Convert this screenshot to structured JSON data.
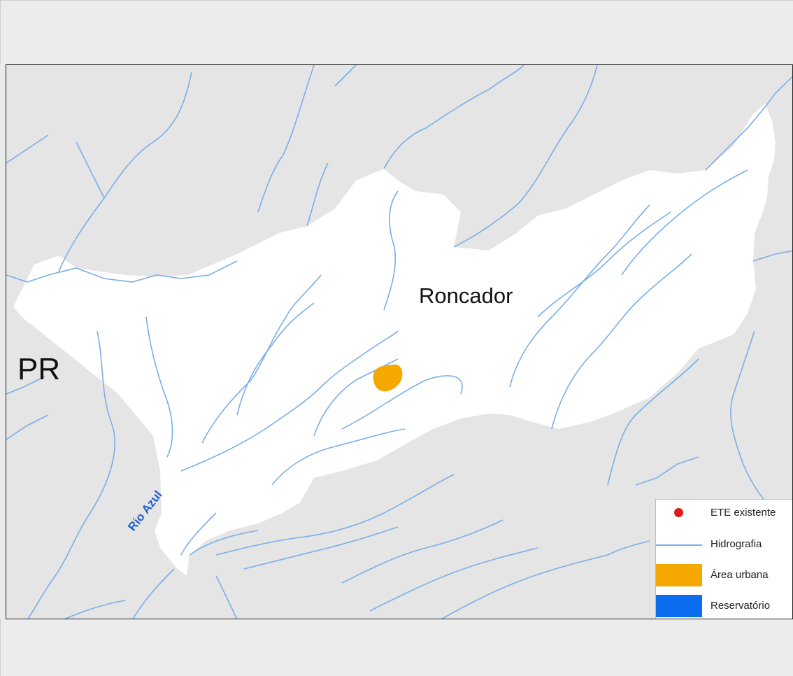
{
  "map": {
    "labels": {
      "state": "PR",
      "city": "Roncador",
      "river": "Rio Azul"
    },
    "colors": {
      "outside": "#e5e5e5",
      "municipality": "#ffffff",
      "hydrography": "#7aaee8",
      "urban": "#f5a800",
      "ete": "#e01a1a",
      "reservoir": "#0a6df0"
    }
  },
  "legend": {
    "items": [
      {
        "symbol": "dot",
        "label": "ETE existente",
        "color": "#e01a1a"
      },
      {
        "symbol": "line",
        "label": "Hidrografia",
        "color": "#7aaee8"
      },
      {
        "symbol": "fill",
        "label": "Área urbana",
        "color": "#f5a800"
      },
      {
        "symbol": "fill",
        "label": "Reservatório",
        "color": "#0a6df0"
      }
    ]
  }
}
